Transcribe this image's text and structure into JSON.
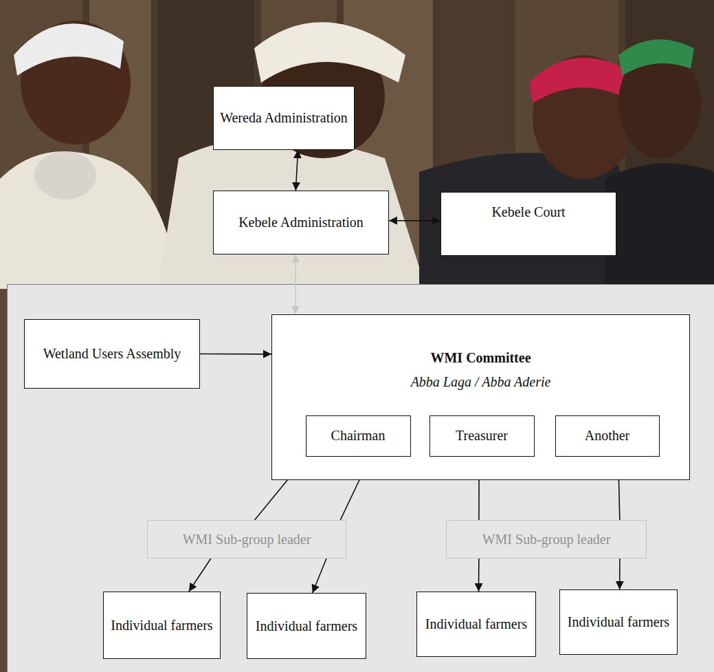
{
  "diagram": {
    "nodes": [
      {
        "text": [
          "Wereda Administration"
        ]
      },
      {
        "text": [
          "Kebele Administration"
        ]
      },
      {
        "text": [
          "Kebele Court"
        ]
      },
      {
        "text": [
          "Wetland Users Assembly"
        ]
      },
      {
        "text": [
          "WMI Committee",
          "Abba Laga / Abba Aderie"
        ]
      },
      {
        "text": [
          "Chairman"
        ],
        "in": 4
      },
      {
        "text": [
          "Treasurer"
        ],
        "in": 4
      },
      {
        "text": [
          "Another"
        ],
        "in": 4
      },
      {
        "text": [
          "WMI Sub-group leader"
        ]
      },
      {
        "text": [
          "WMI Sub-group leader"
        ]
      },
      {
        "text": [
          "Individual farmers"
        ]
      },
      {
        "text": [
          "Individual farmers"
        ]
      },
      {
        "text": [
          "Individual farmers"
        ]
      },
      {
        "text": [
          "Individual farmers"
        ]
      }
    ],
    "edges": [
      {
        "from": 0,
        "to": 1,
        "arrow": "both"
      },
      {
        "from": 1,
        "to": 2,
        "arrow": "both"
      },
      {
        "from": 1,
        "to": 4,
        "arrow": "both"
      },
      {
        "from": 3,
        "to": 4,
        "arrow": "to"
      },
      {
        "from": 4,
        "to": 8,
        "arrow": "none"
      },
      {
        "from": 4,
        "to": 8,
        "arrow": "none"
      },
      {
        "from": 8,
        "to": 10,
        "arrow": "to"
      },
      {
        "from": 8,
        "to": 11,
        "arrow": "to"
      },
      {
        "from": 4,
        "to": 9,
        "arrow": "none"
      },
      {
        "from": 4,
        "to": 9,
        "arrow": "none"
      },
      {
        "from": 9,
        "to": 12,
        "arrow": "to"
      },
      {
        "from": 9,
        "to": 13,
        "arrow": "to"
      }
    ]
  }
}
